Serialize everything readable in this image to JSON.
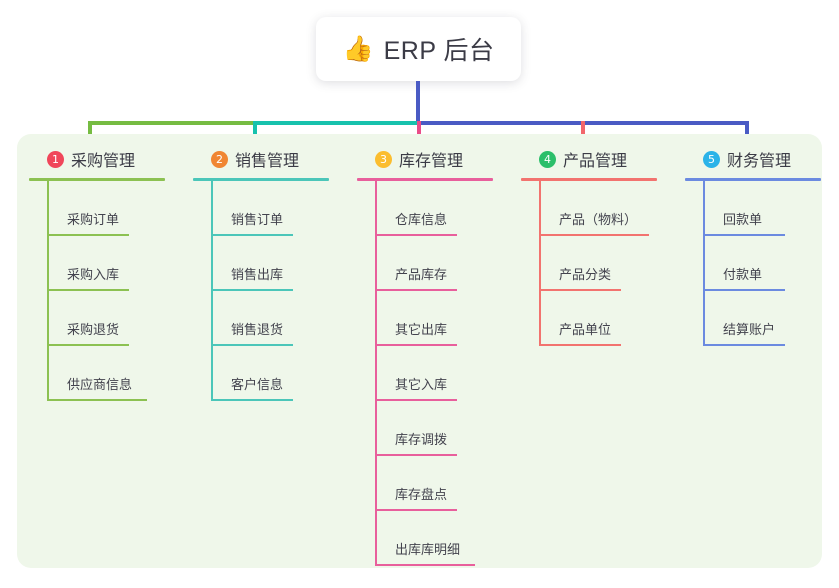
{
  "title": {
    "emoji": "👍",
    "emoji_icon": "thumbs-up-icon",
    "text": "ERP 后台"
  },
  "colors": {
    "panel_bg": "#eff7ea",
    "card_bg": "#ffffff",
    "text": "#3b3b46",
    "trunk": "#4a5bc4",
    "bar_green": "#76bc42",
    "bar_teal": "#17c2ad",
    "bar_blue": "#4a5bc4",
    "drop_green": "#76bc42",
    "drop_teal": "#17c2ad",
    "drop_pink": "#ea4c89",
    "drop_red": "#f2666b",
    "drop_blue": "#4a5bc4"
  },
  "columns": [
    {
      "number": "1",
      "title": "采购管理",
      "badge_color": "#f0465a",
      "line_color": "#8cc152",
      "items": [
        "采购订单",
        "采购入库",
        "采购退货",
        "供应商信息"
      ]
    },
    {
      "number": "2",
      "title": "销售管理",
      "badge_color": "#f08633",
      "line_color": "#4bc6b9",
      "items": [
        "销售订单",
        "销售出库",
        "销售退货",
        "客户信息"
      ]
    },
    {
      "number": "3",
      "title": "库存管理",
      "badge_color": "#fbbd2e",
      "line_color": "#e85f9c",
      "items": [
        "仓库信息",
        "产品库存",
        "其它出库",
        "其它入库",
        "库存调拨",
        "库存盘点",
        "出库库明细"
      ]
    },
    {
      "number": "4",
      "title": "产品管理",
      "badge_color": "#2bbf6a",
      "line_color": "#f2736f",
      "items": [
        "产品（物料）",
        "产品分类",
        "产品单位"
      ]
    },
    {
      "number": "5",
      "title": "财务管理",
      "badge_color": "#2bb3e8",
      "line_color": "#6b8ae0",
      "items": [
        "回款单",
        "付款单",
        "结算账户"
      ]
    }
  ]
}
